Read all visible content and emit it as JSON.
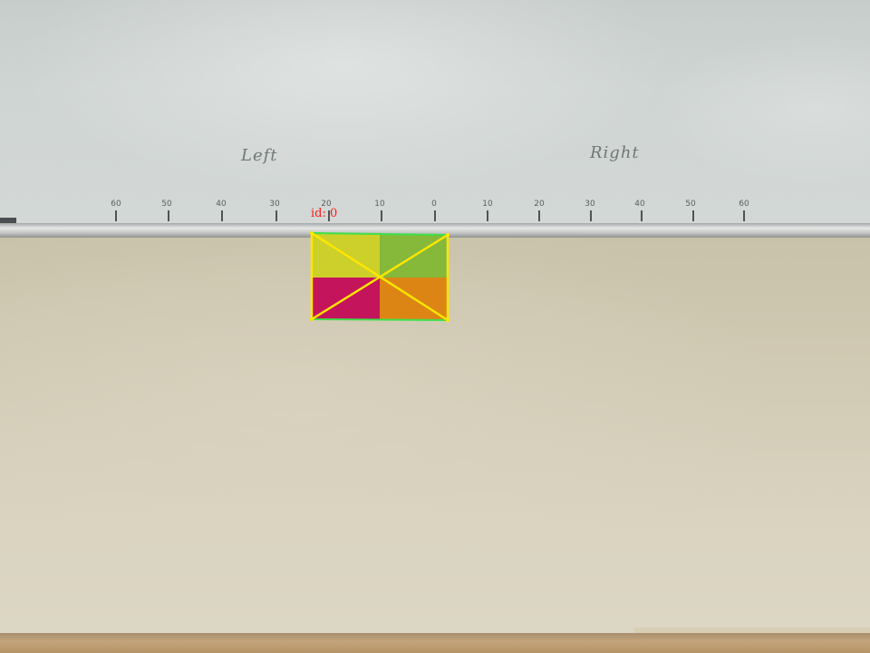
{
  "scene": {
    "left_label": "Left",
    "right_label": "Right",
    "ruler_ticks": [
      "60",
      "50",
      "40",
      "30",
      "20",
      "10",
      "0",
      "10",
      "20",
      "30",
      "40",
      "50",
      "60"
    ]
  },
  "detection": {
    "label": "id: 0",
    "marker_quadrants": {
      "top_left": "#cdd02a",
      "top_right": "#86b83a",
      "bottom_left": "#c4145c",
      "bottom_right": "#dc8514"
    },
    "box_outline_color": "#3ee04a",
    "diagonal_color": "#ffe600",
    "label_color": "#ff1a1a"
  }
}
